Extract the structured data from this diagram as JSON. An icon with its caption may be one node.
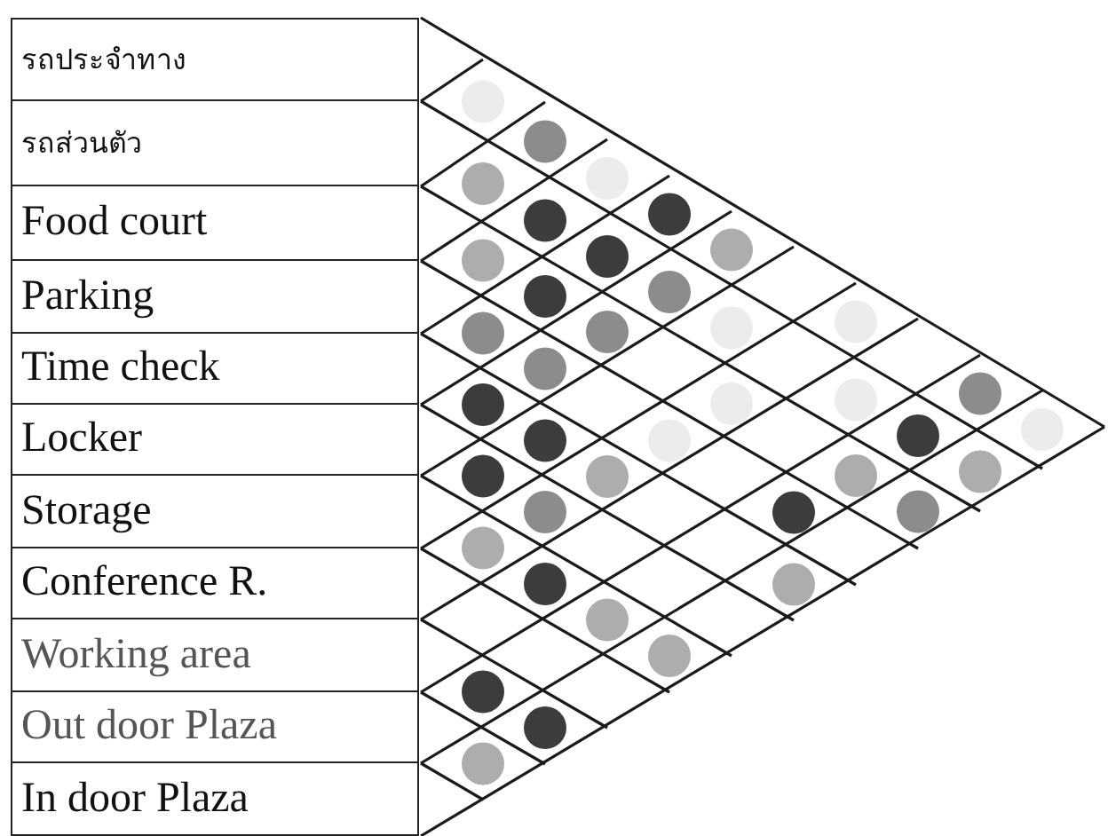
{
  "diagram": {
    "labels": [
      "รถประจำทาง",
      "รถส่วนตัว",
      "Food court",
      "Parking",
      "Time check",
      "Locker",
      "Storage",
      "Conference R.",
      "Working area",
      "Out door Plaza",
      "In door Plaza"
    ]
  }
}
